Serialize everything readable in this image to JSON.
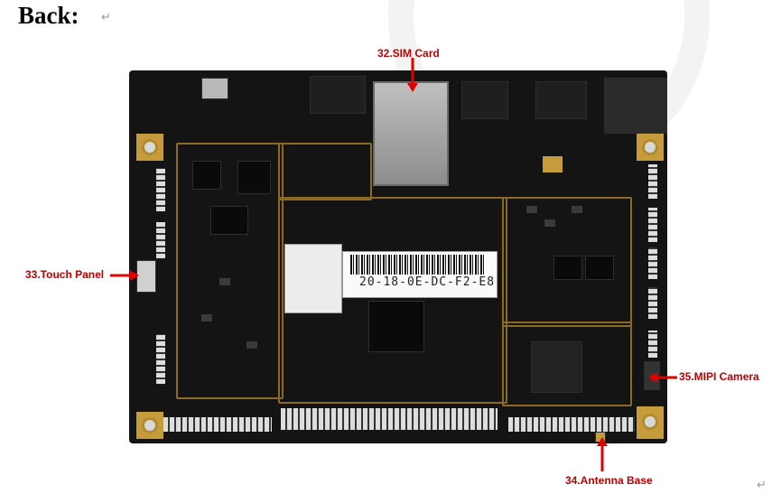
{
  "page": {
    "title": "Back:"
  },
  "board": {
    "mac_label": "20-18-0E-DC-F2-E8"
  },
  "callouts": {
    "sim": "32.SIM Card",
    "touch": "33.Touch Panel",
    "antenna": "34.Antenna Base",
    "mipi": "35.MIPI Camera"
  },
  "colors": {
    "callout": "#c00000",
    "pcb": "#141414",
    "gold": "#c69b3c"
  }
}
